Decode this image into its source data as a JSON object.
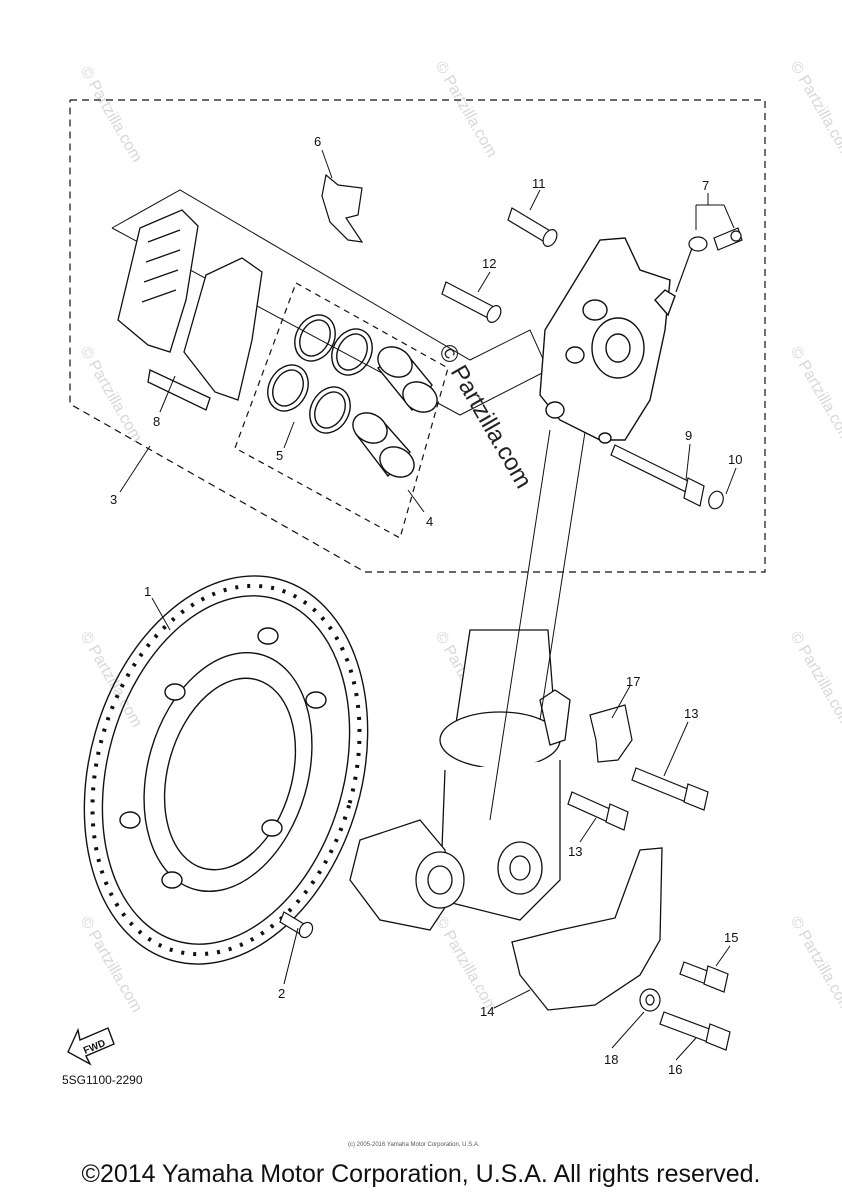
{
  "diagram": {
    "part_labels": [
      "1",
      "2",
      "3",
      "4",
      "5",
      "6",
      "7",
      "8",
      "9",
      "10",
      "11",
      "12",
      "13",
      "13",
      "14",
      "15",
      "16",
      "17",
      "18"
    ],
    "fwd_label": "FWD",
    "diagram_code": "5SG1100-2290",
    "watermark_center": "© Partzilla.com",
    "watermark_small": "© Partzilla.com",
    "fine_print": "(c) 2005-2016 Yamaha Motor Corporation, U.S.A.",
    "copyright": "©2014 Yamaha Motor Corporation, U.S.A. All rights reserved."
  }
}
